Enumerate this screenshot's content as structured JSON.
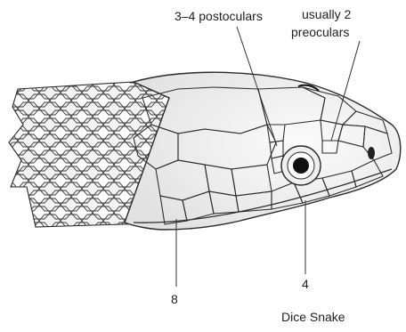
{
  "labels": {
    "postoculars": "3–4 postoculars",
    "preoculars_line1": "usually 2",
    "preoculars_line2": "preoculars",
    "supralabials_count": "8",
    "infralabial_count": "4",
    "caption": "Dice Snake"
  },
  "colors": {
    "ink": "#2a2a2a",
    "stipple": "#d9d9d9",
    "pupil": "#111111"
  }
}
